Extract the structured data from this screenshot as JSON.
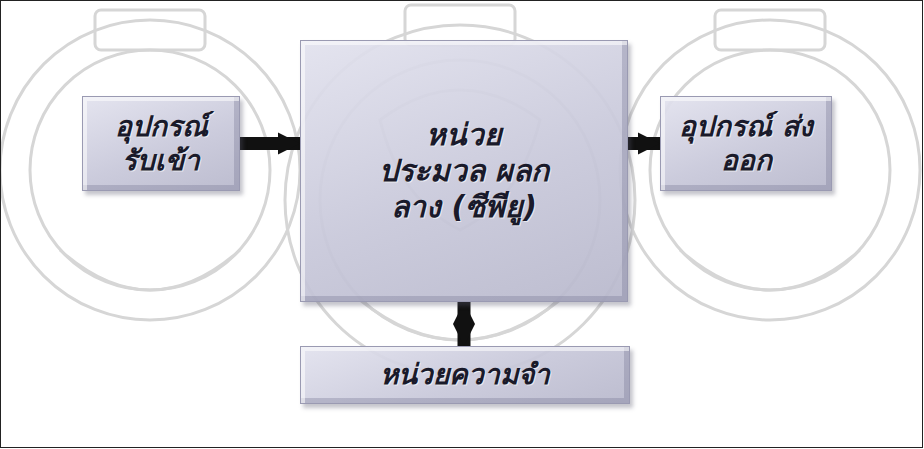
{
  "diagram": {
    "nodes": [
      {
        "text": [
          "อุปกรณ์ รับเข้า"
        ]
      },
      {
        "text": [
          "หน่วย ประมวล ผลกลาง (ซีพียู)"
        ]
      },
      {
        "text": [
          "อุปกรณ์ ส่งออก"
        ]
      },
      {
        "text": [
          "หน่วยความจำ"
        ]
      }
    ],
    "edges": [
      {
        "from": 0,
        "to": 1,
        "arrow": "to"
      },
      {
        "from": 1,
        "to": 2,
        "arrow": "to"
      },
      {
        "from": 1,
        "to": 3,
        "arrow": "both"
      }
    ]
  }
}
